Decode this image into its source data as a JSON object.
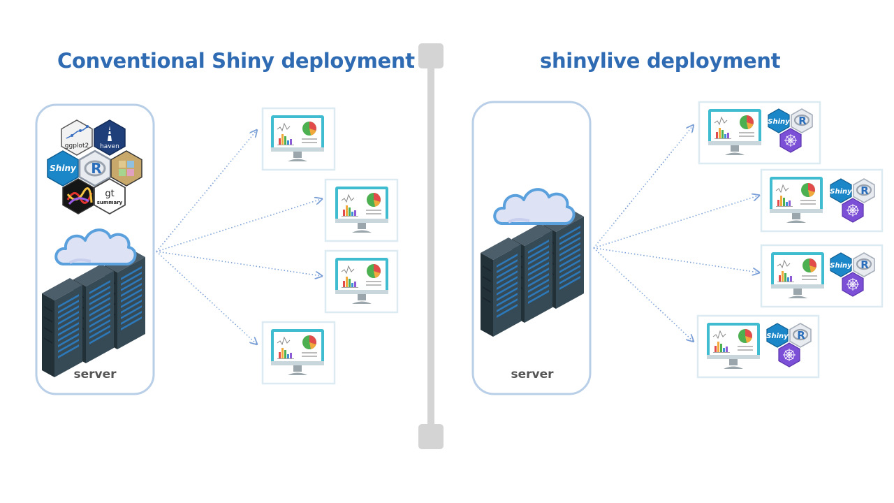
{
  "titles": {
    "left": "Conventional Shiny deployment",
    "right": "shinylive deployment"
  },
  "server_label": "server",
  "hex_labels": {
    "ggplot2": "ggplot2",
    "haven": "haven",
    "shiny": "Shiny",
    "r": "R",
    "gt": "gt",
    "gtsummary": "summary"
  },
  "colors": {
    "title": "#2f6bb3",
    "arrow": "#7a9fd6",
    "panel_border": "#b9cfe8",
    "divider": "#d4d4d4",
    "monitor": "#3fbcd0",
    "shiny": "#1b87c9",
    "webr": "#7b4fd6"
  },
  "icons": [
    "server-rack-icon",
    "cloud-icon",
    "monitor-dashboard-icon",
    "shiny-hex-icon",
    "r-hex-icon",
    "webr-hex-icon",
    "ggplot2-hex-icon",
    "haven-hex-icon",
    "gt-hex-icon"
  ]
}
